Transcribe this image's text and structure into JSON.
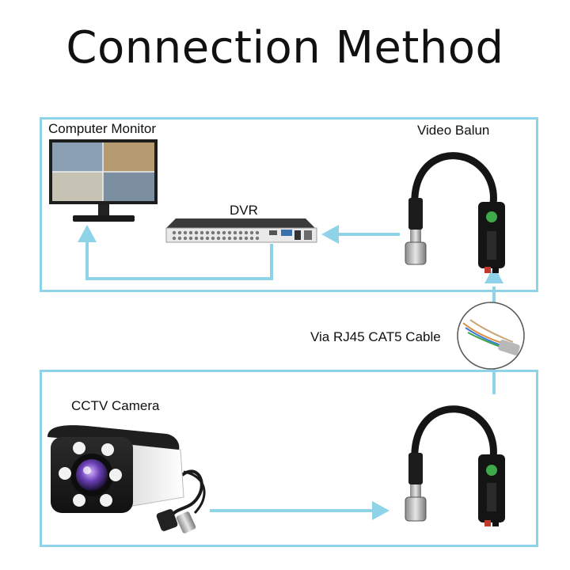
{
  "title": "Connection Method",
  "labels": {
    "computer_monitor": "Computer Monitor",
    "video_balun": "Video Balun",
    "dvr": "DVR",
    "cable": "Via RJ45 CAT5 Cable",
    "cctv_camera": "CCTV Camera"
  },
  "colors": {
    "frame": "#8fd3e8",
    "arrow": "#8fd3e8"
  }
}
